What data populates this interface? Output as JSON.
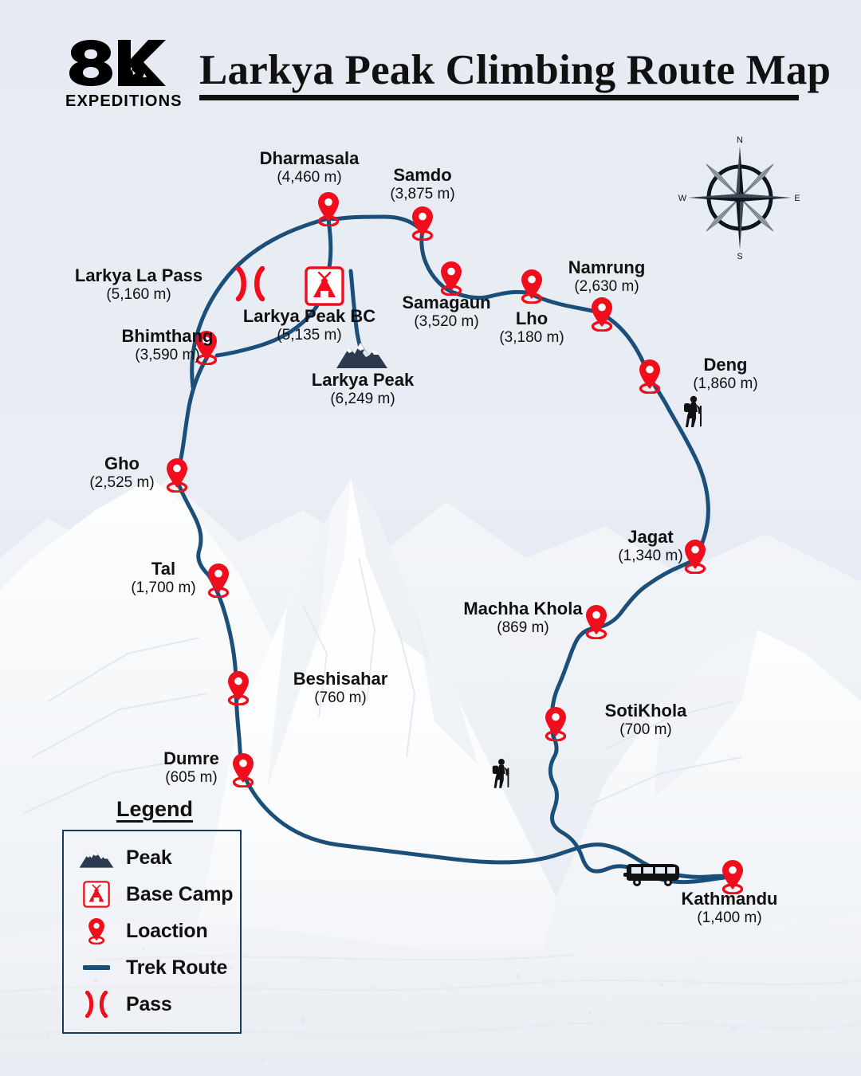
{
  "header": {
    "logo_primary": "8K",
    "logo_sub": "EXPEDITIONS",
    "title": "Larkya Peak Climbing Route Map"
  },
  "compass": {
    "n": "N",
    "e": "E",
    "s": "S",
    "w": "W"
  },
  "colors": {
    "route": "#1b4f7a",
    "marker": "#f00d1c",
    "peak": "#2b3a4f",
    "background": "#e7ebf3",
    "ink": "#111111"
  },
  "legend": {
    "title": "Legend",
    "items": [
      {
        "icon": "peak-icon",
        "label": "Peak"
      },
      {
        "icon": "base-camp-icon",
        "label": "Base Camp"
      },
      {
        "icon": "location-pin-icon",
        "label": "Loaction"
      },
      {
        "icon": "trek-route-line-icon",
        "label": "Trek Route"
      },
      {
        "icon": "pass-icon",
        "label": "Pass"
      }
    ]
  },
  "locations": [
    {
      "id": "dharmasala",
      "name": "Dharmasala",
      "elevation": "(4,460 m)",
      "type": "pin"
    },
    {
      "id": "samdo",
      "name": "Samdo",
      "elevation": "(3,875 m)",
      "type": "pin"
    },
    {
      "id": "larkya-la-pass",
      "name": "Larkya La Pass",
      "elevation": "(5,160 m)",
      "type": "pass"
    },
    {
      "id": "larkya-peak-bc",
      "name": "Larkya Peak BC",
      "elevation": "(5,135 m)",
      "type": "base-camp"
    },
    {
      "id": "larkya-peak",
      "name": "Larkya Peak",
      "elevation": "(6,249 m)",
      "type": "peak"
    },
    {
      "id": "samagaun",
      "name": "Samagaun",
      "elevation": "(3,520 m)",
      "type": "pin"
    },
    {
      "id": "lho",
      "name": "Lho",
      "elevation": "(3,180 m)",
      "type": "pin"
    },
    {
      "id": "namrung",
      "name": "Namrung",
      "elevation": "(2,630 m)",
      "type": "pin"
    },
    {
      "id": "bhimthang",
      "name": "Bhimthang",
      "elevation": "(3,590 m)",
      "type": "pin"
    },
    {
      "id": "deng",
      "name": "Deng",
      "elevation": "(1,860 m)",
      "type": "pin"
    },
    {
      "id": "gho",
      "name": "Gho",
      "elevation": "(2,525 m)",
      "type": "pin"
    },
    {
      "id": "jagat",
      "name": "Jagat",
      "elevation": "(1,340 m)",
      "type": "pin"
    },
    {
      "id": "tal",
      "name": "Tal",
      "elevation": "(1,700 m)",
      "type": "pin"
    },
    {
      "id": "machha-khola",
      "name": "Machha Khola",
      "elevation": "(869 m)",
      "type": "pin"
    },
    {
      "id": "beshisahar",
      "name": "Beshisahar",
      "elevation": "(760 m)",
      "type": "pin"
    },
    {
      "id": "sotikhola",
      "name": "SotiKhola",
      "elevation": "(700 m)",
      "type": "pin"
    },
    {
      "id": "dumre",
      "name": "Dumre",
      "elevation": "(605 m)",
      "type": "pin"
    },
    {
      "id": "kathmandu",
      "name": "Kathmandu",
      "elevation": "(1,400 m)",
      "type": "pin"
    }
  ],
  "decor_icons": [
    "trekker-icon-deng",
    "trekker-icon-sotikhola",
    "bus-icon-kathmandu"
  ]
}
